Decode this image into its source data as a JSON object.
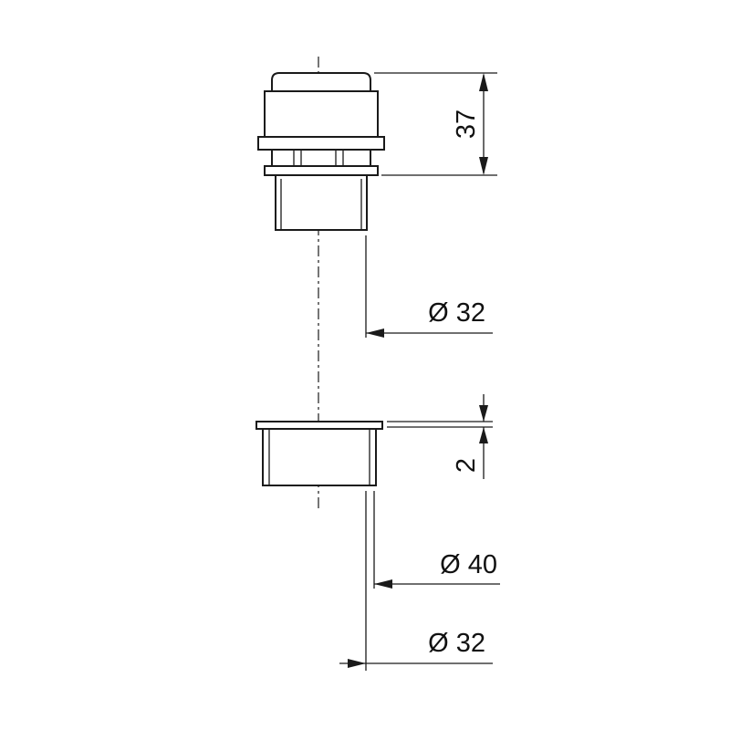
{
  "diagram": {
    "dimensions": {
      "height_top": "37",
      "diameter_top": "Ø 32",
      "thickness_bottom": "2",
      "diameter_outer_bottom": "Ø 40",
      "diameter_inner_bottom": "Ø 32"
    },
    "colors": {
      "line": "#1a1a1a",
      "background": "#ffffff"
    }
  }
}
